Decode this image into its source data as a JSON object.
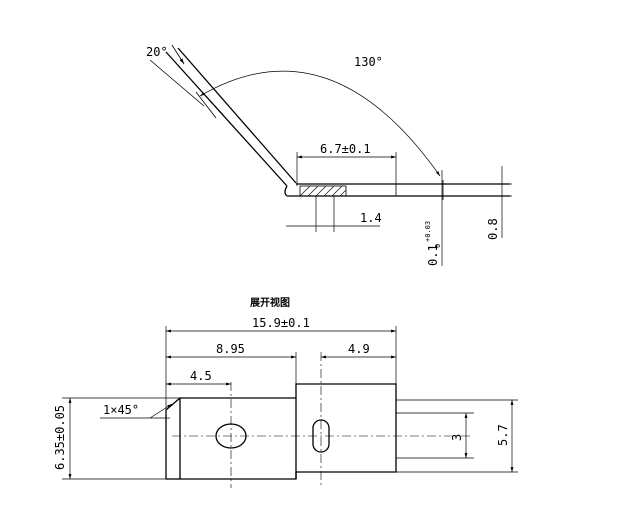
{
  "side_view": {
    "angle_tip": "20°",
    "angle_bend": "130°",
    "dim_length": "6.7±0.1",
    "dim_hatch": "1.4",
    "dim_thickness": "0.8",
    "dim_step_main": "0.1",
    "dim_step_tol": "+0.03",
    "dim_step_tol2": "0"
  },
  "flat_view": {
    "title": "展开视图",
    "dim_total": "15.9±0.1",
    "dim_a": "8.95",
    "dim_b": "4.9",
    "dim_c": "4.5",
    "chamfer": "1×45°",
    "dim_width": "6.35±0.05",
    "dim_slot": "3",
    "dim_tab": "5.7"
  }
}
